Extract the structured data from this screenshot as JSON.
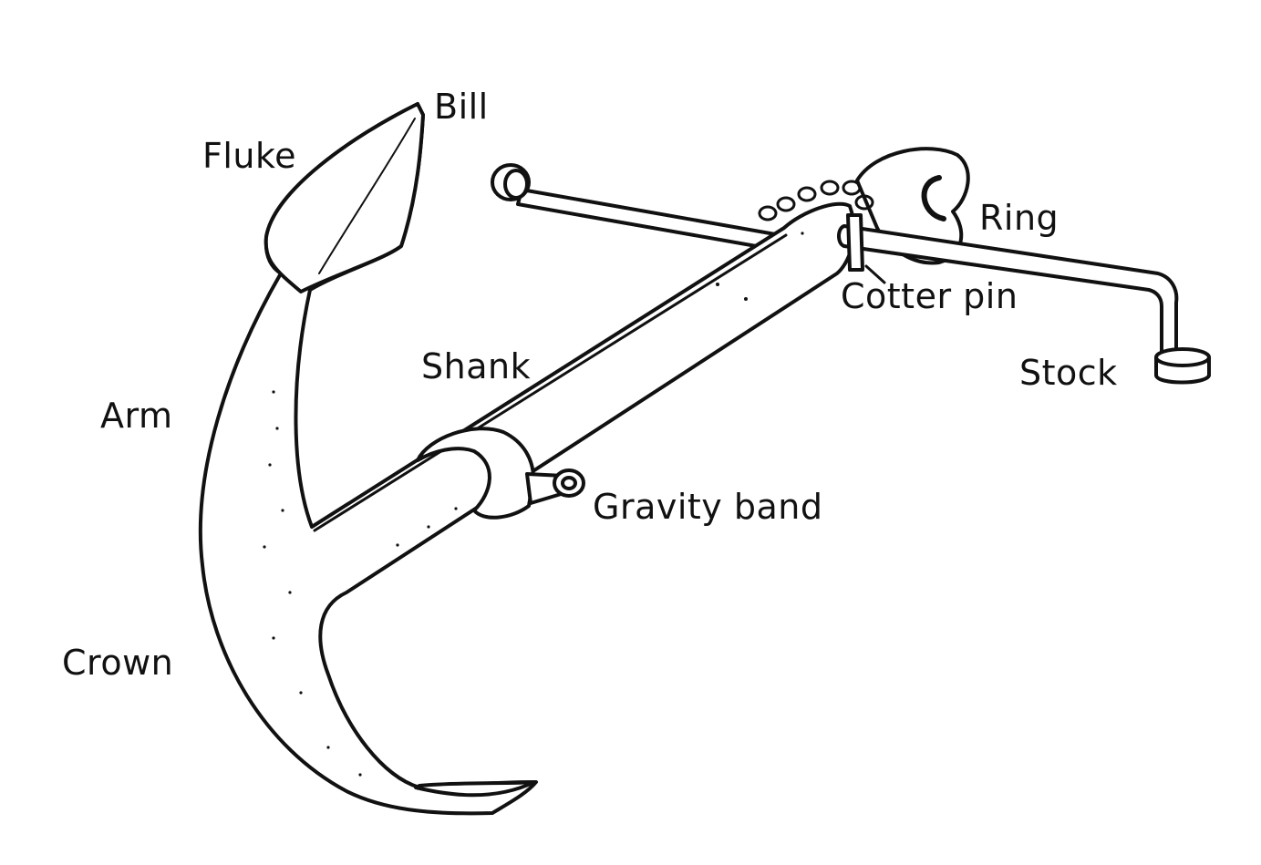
{
  "diagram": {
    "subject": "anchor",
    "line_color": "#111111",
    "fill_color": "#ffffff",
    "labels": {
      "bill": "Bill",
      "fluke": "Fluke",
      "ring": "Ring",
      "cotter_pin": "Cotter pin",
      "shank": "Shank",
      "stock": "Stock",
      "arm": "Arm",
      "gravity_band": "Gravity band",
      "crown": "Crown"
    }
  }
}
